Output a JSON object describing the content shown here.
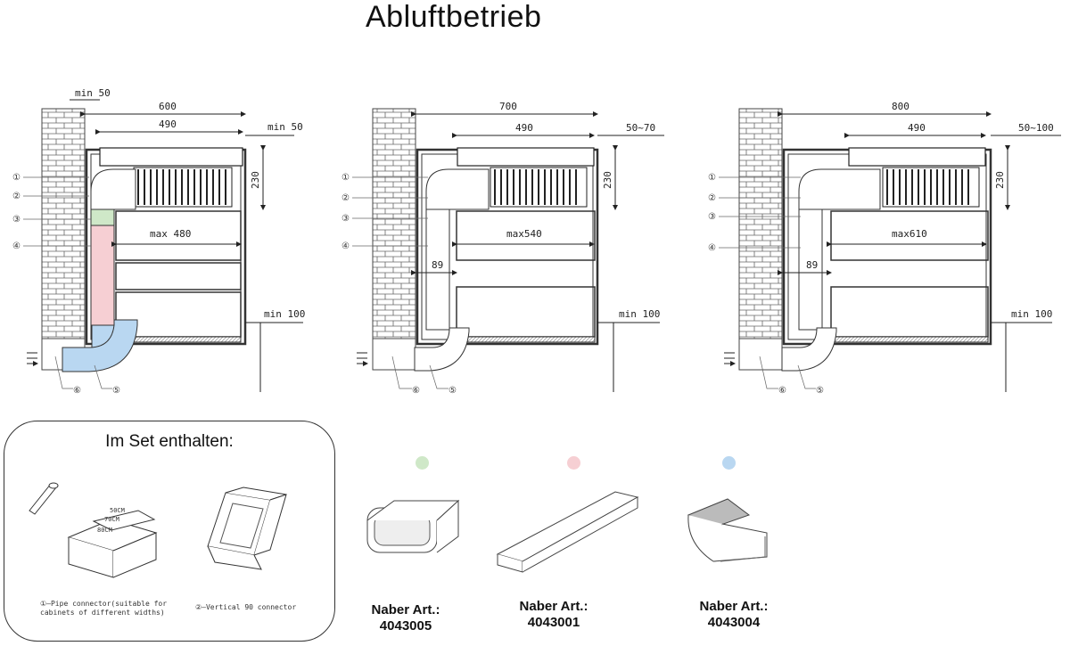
{
  "title": "Abluftbetrieb",
  "colors": {
    "green": "#cfe8c8",
    "pink": "#f6cfd3",
    "blue": "#b9d7f1",
    "brick_line": "#555555"
  },
  "diagrams": [
    {
      "width_label": "600",
      "hood_label": "490",
      "side_label": "min 50",
      "left_label": "min 50",
      "max_label": "max 480",
      "height_label": "230",
      "mid_label": "",
      "bottom_label": "min 100",
      "callouts": [
        "①",
        "②",
        "③",
        "④",
        "⑥",
        "⑤"
      ]
    },
    {
      "width_label": "700",
      "hood_label": "490",
      "side_label": "50~70",
      "left_label": "",
      "max_label": "max540",
      "height_label": "230",
      "mid_label": "89",
      "bottom_label": "min 100",
      "callouts": [
        "①",
        "②",
        "③",
        "④",
        "⑥",
        "⑤"
      ]
    },
    {
      "width_label": "800",
      "hood_label": "490",
      "side_label": "50~100",
      "left_label": "",
      "max_label": "max610",
      "height_label": "230",
      "mid_label": "89",
      "bottom_label": "min 100",
      "callouts": [
        "①",
        "②",
        "③",
        "④",
        "⑥",
        "⑤"
      ]
    }
  ],
  "set": {
    "title": "Im Set enthalten:",
    "caption_left": "①—Pipe connector(suitable for cabinets of different widths)",
    "caption_right": "②—Vertical 90 connector",
    "pipe_labels": [
      "50CM",
      "70CM",
      "80CM"
    ]
  },
  "products": [
    {
      "color": "green",
      "label": "Naber Art.:",
      "number": "4043005"
    },
    {
      "color": "pink",
      "label": "Naber Art.:",
      "number": "4043001"
    },
    {
      "color": "blue",
      "label": "Naber Art.:",
      "number": "4043004"
    }
  ]
}
